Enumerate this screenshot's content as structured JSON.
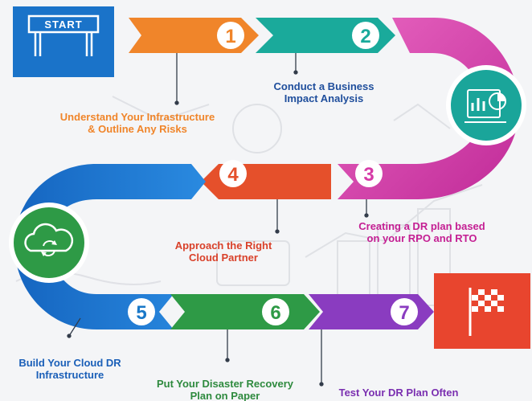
{
  "start_sign": {
    "text": "START",
    "color": "#1a73c9"
  },
  "finish_icon_color": "#e8452e",
  "steps": [
    {
      "number": "1",
      "label": "Understand Your Infrastructure\n& Outline Any Risks",
      "color": "#f0852a"
    },
    {
      "number": "2",
      "label": "Conduct a Business\nImpact Analysis",
      "color": "#1aaa9b"
    },
    {
      "number": "3",
      "label": "Creating a DR plan based\non your RPO and RTO",
      "color": "#d63aa7"
    },
    {
      "number": "4",
      "label": "Approach the Right\nCloud Partner",
      "color": "#e5502b"
    },
    {
      "number": "5",
      "label": "Build Your Cloud DR\nInfrastructure",
      "color": "#1a78c8"
    },
    {
      "number": "6",
      "label": "Put Your Disaster Recovery\nPlan on Paper",
      "color": "#2e9a46"
    },
    {
      "number": "7",
      "label": "Test Your DR Plan Often",
      "color": "#8a3cc0"
    }
  ],
  "icons": {
    "analysis": "chart-analysis-icon",
    "cloud_sync": "cloud-sync-icon",
    "finish_flag": "checkered-flag-icon",
    "start_sign": "start-sign-icon"
  }
}
